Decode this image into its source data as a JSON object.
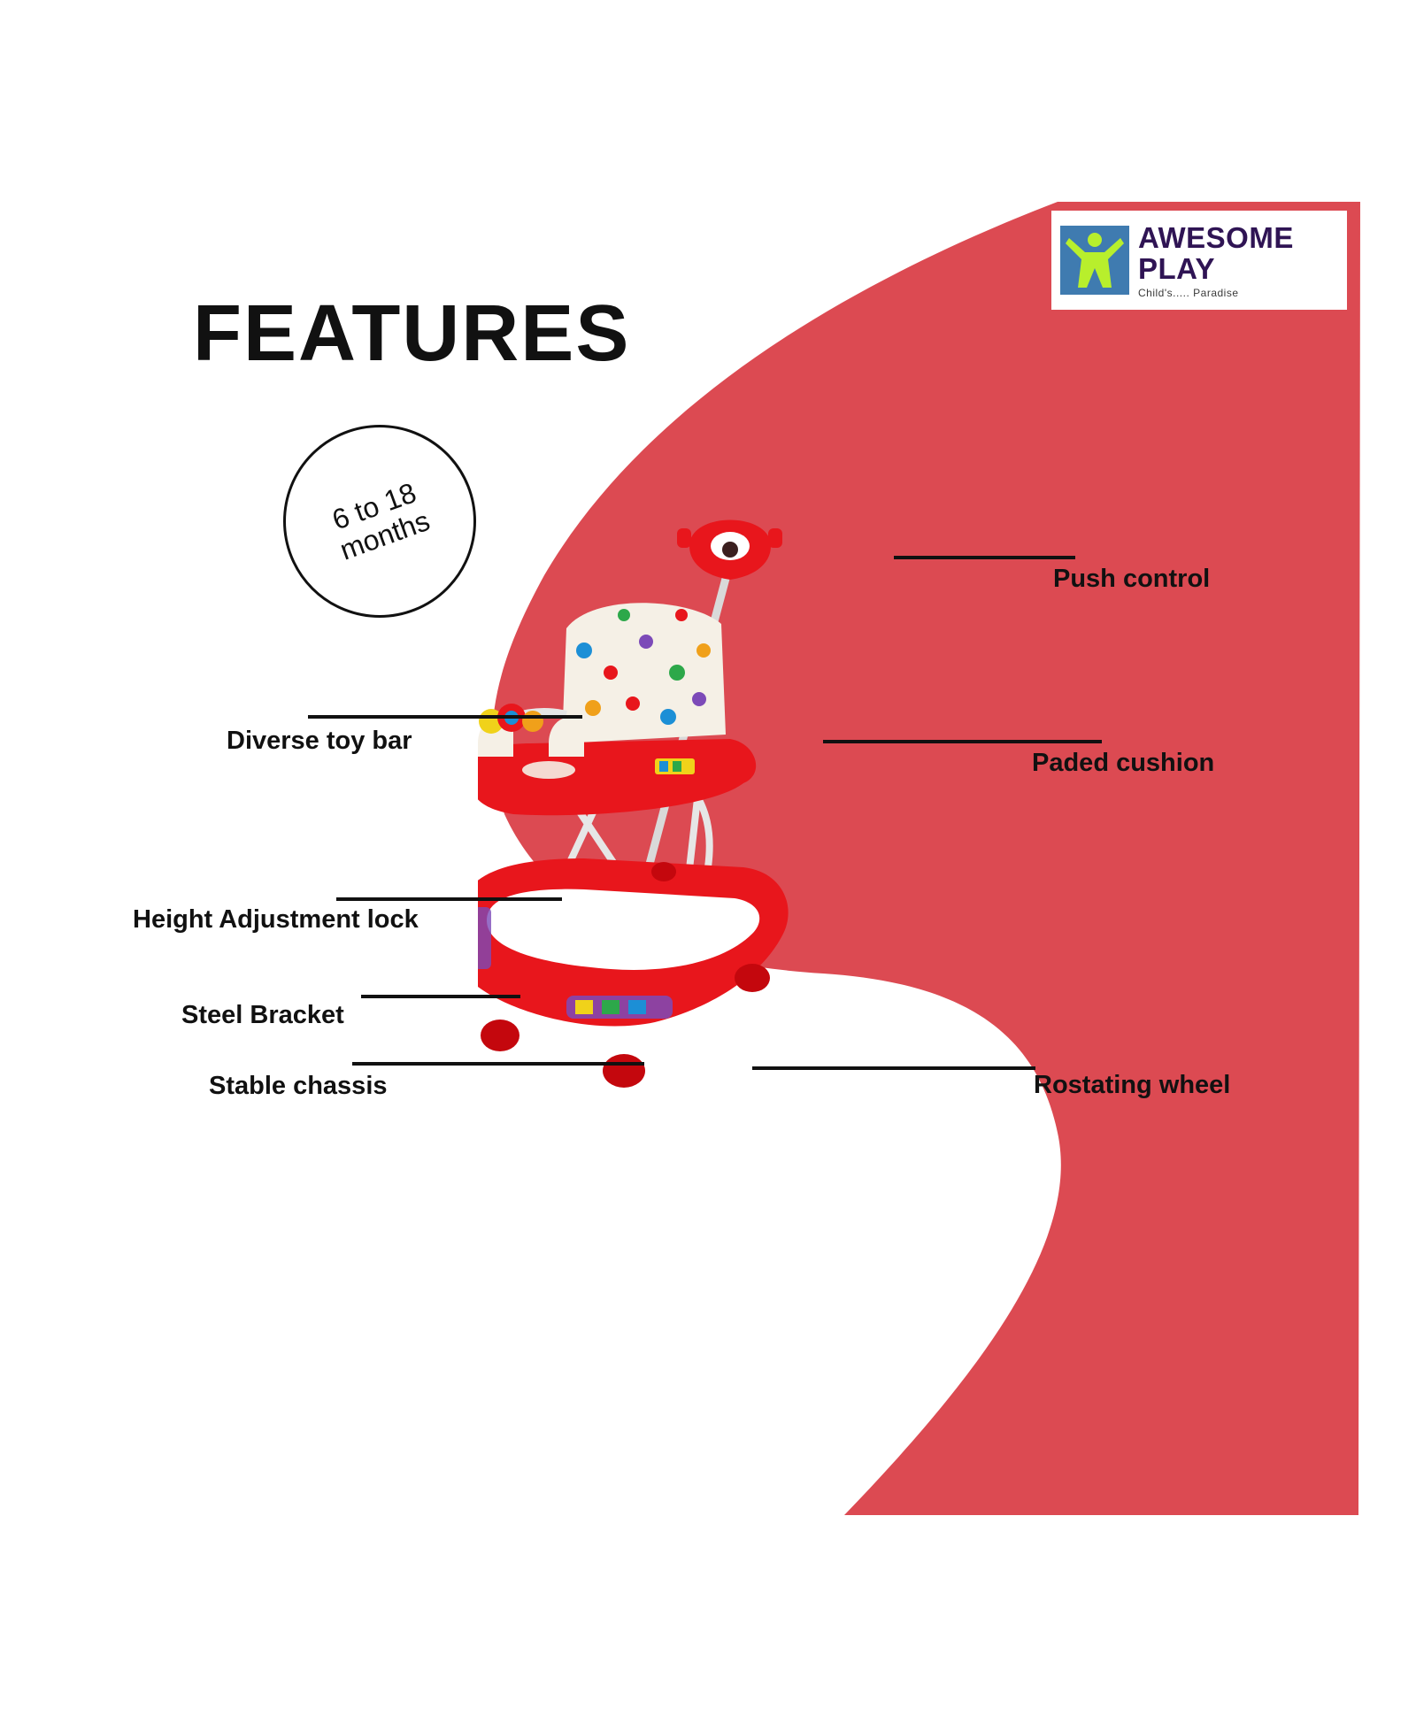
{
  "colors": {
    "panel_red": "#dc4a52",
    "walker_red": "#e8161c",
    "text": "#111111",
    "logo_navy": "#2f1454",
    "logo_blue": "#3f7bb0",
    "logo_green": "#b8ef2c"
  },
  "page": {
    "title": "FEATURES"
  },
  "age_badge": {
    "line1": "6 to 18",
    "line2": "months"
  },
  "logo": {
    "name_line1": "AWESOME",
    "name_line2": "PLAY",
    "tagline": "Child's..... Paradise",
    "icon": "person-jumping-icon"
  },
  "features": {
    "push_control": "Push  control",
    "diverse_toy_bar": "Diverse toy  bar",
    "paded_cushion": "Paded cushion",
    "height_adjustment_lock": "Height  Adjustment  lock",
    "steel_bracket": "Steel Bracket",
    "stable_chassis": "Stable  chassis",
    "rotating_wheel": "Rostating wheel"
  }
}
